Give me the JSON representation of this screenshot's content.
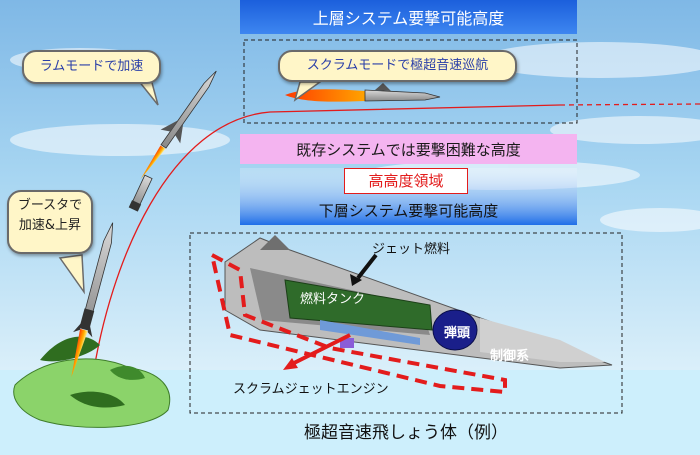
{
  "bands": {
    "upper": "上層システム要撃可能高度",
    "existing": "既存システムでは要撃困難な高度",
    "high_altitude": "高高度領域",
    "lower": "下層システム要撃可能高度"
  },
  "callouts": {
    "ram": "ラムモードで加速",
    "scram": "スクラムモードで極超音速巡航",
    "booster": "ブースタで\n加速&上昇"
  },
  "vehicle": {
    "jet_fuel": "ジェット燃料",
    "fuel_tank": "燃料タンク",
    "warhead": "弾頭",
    "control": "制御系",
    "engine": "スクラムジェットエンジン"
  },
  "caption": "極超音速飛しょう体（例）",
  "colors": {
    "upper_band": "#1f6ee8",
    "existing_band": "#f4b4f0",
    "lower_band": "#1f6ee8",
    "high_altitude_border": "#e31c1c",
    "trajectory": "#e31c1c",
    "callout_fill": "#fff6c8"
  }
}
